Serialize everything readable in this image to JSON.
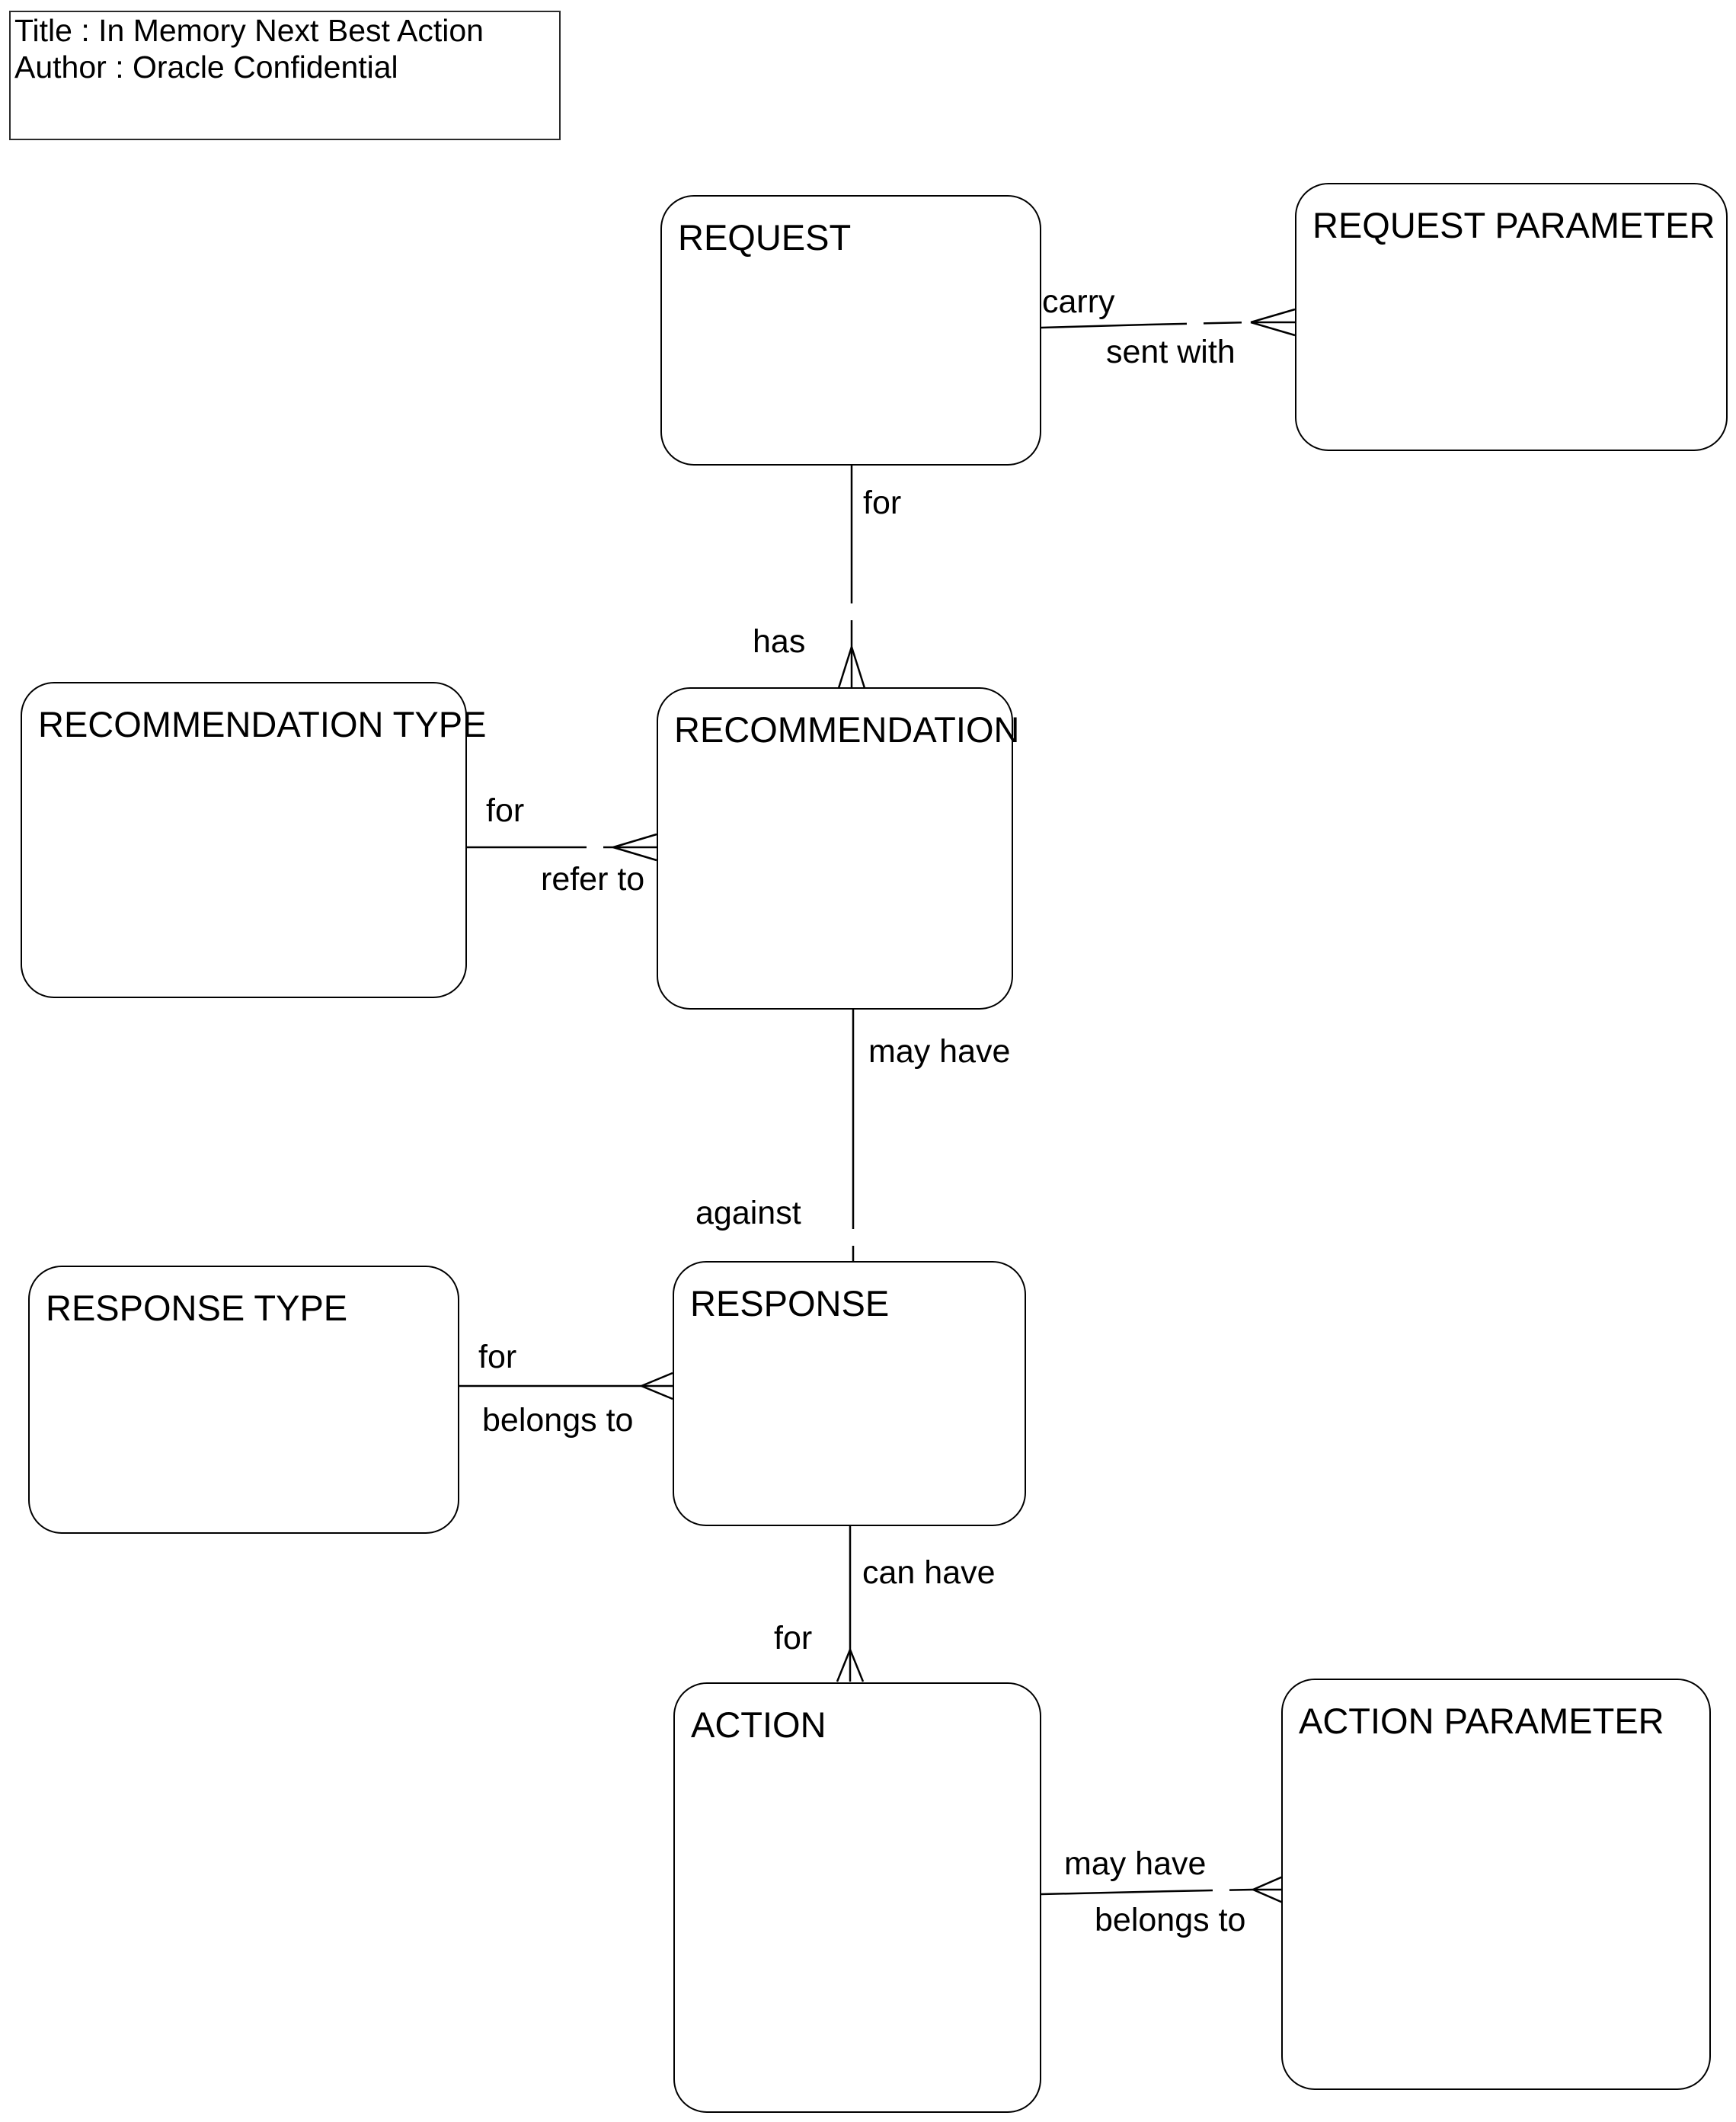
{
  "title_block": {
    "title_line": "Title : In Memory Next Best Action",
    "author_line": "Author : Oracle Confidential"
  },
  "entities": {
    "request": {
      "label": "REQUEST"
    },
    "request_parameter": {
      "label": "REQUEST PARAMETER"
    },
    "recommendation": {
      "label": "RECOMMENDATION"
    },
    "recommendation_type": {
      "label": "RECOMMENDATION TYPE"
    },
    "response": {
      "label": "RESPONSE"
    },
    "response_type": {
      "label": "RESPONSE TYPE"
    },
    "action": {
      "label": "ACTION"
    },
    "action_parameter": {
      "label": "ACTION PARAMETER"
    }
  },
  "relationships": {
    "request_to_request_parameter": {
      "near_label": "carry",
      "far_label": "sent with"
    },
    "request_to_recommendation": {
      "near_label": "for",
      "far_label": "has"
    },
    "recommendation_type_to_recommendation": {
      "near_label": "for",
      "far_label": "refer to"
    },
    "recommendation_to_response": {
      "near_label": "may have",
      "far_label": "against"
    },
    "response_type_to_response": {
      "near_label": "for",
      "far_label": "belongs to"
    },
    "response_to_action": {
      "near_label": "can have",
      "far_label": "for"
    },
    "action_to_action_parameter": {
      "near_label": "may have",
      "far_label": "belongs to"
    }
  },
  "notation": {
    "diagram_type": "entity-relationship-diagram",
    "line_color": "#000000",
    "background_color": "#ffffff"
  }
}
